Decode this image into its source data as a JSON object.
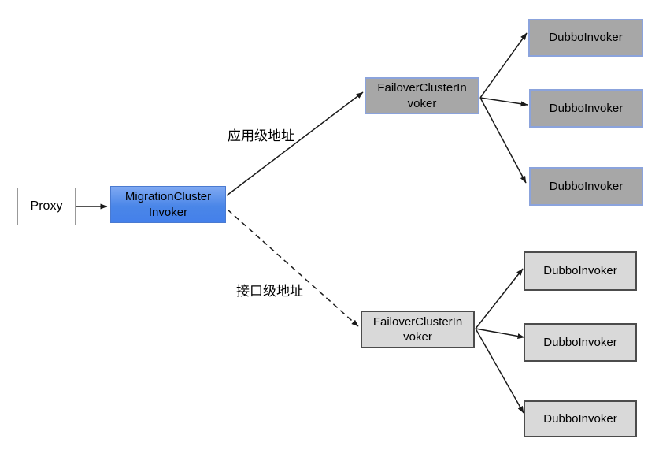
{
  "diagram": {
    "description": "Dubbo MigrationClusterInvoker routing diagram",
    "nodes": {
      "proxy": {
        "label": "Proxy"
      },
      "migration_cluster_invoker": {
        "label": "MigrationCluster\nInvoker"
      },
      "failover_cluster_app": {
        "label": "FailoverClusterIn\nvoker"
      },
      "failover_cluster_interface": {
        "label": "FailoverClusterIn\nvoker"
      },
      "dubbo_invoker": {
        "label": "DubboInvoker"
      }
    },
    "edge_labels": {
      "application_level": "应用级地址",
      "interface_level": "接口级地址"
    },
    "colors": {
      "migration_fill": "#4a86e8",
      "migration_border": "#4a7ad0",
      "app_cluster_fill": "#a7a7a7",
      "app_cluster_border": "#8ba3dc",
      "interface_cluster_fill": "#d9d9d9",
      "interface_cluster_border": "#4c4c4c",
      "proxy_fill": "#ffffff",
      "proxy_border": "#999999",
      "arrow": "#1a1a1a",
      "background": "#ffffff"
    },
    "edge_styles": {
      "application_path": "solid",
      "interface_path": "dashed"
    }
  }
}
